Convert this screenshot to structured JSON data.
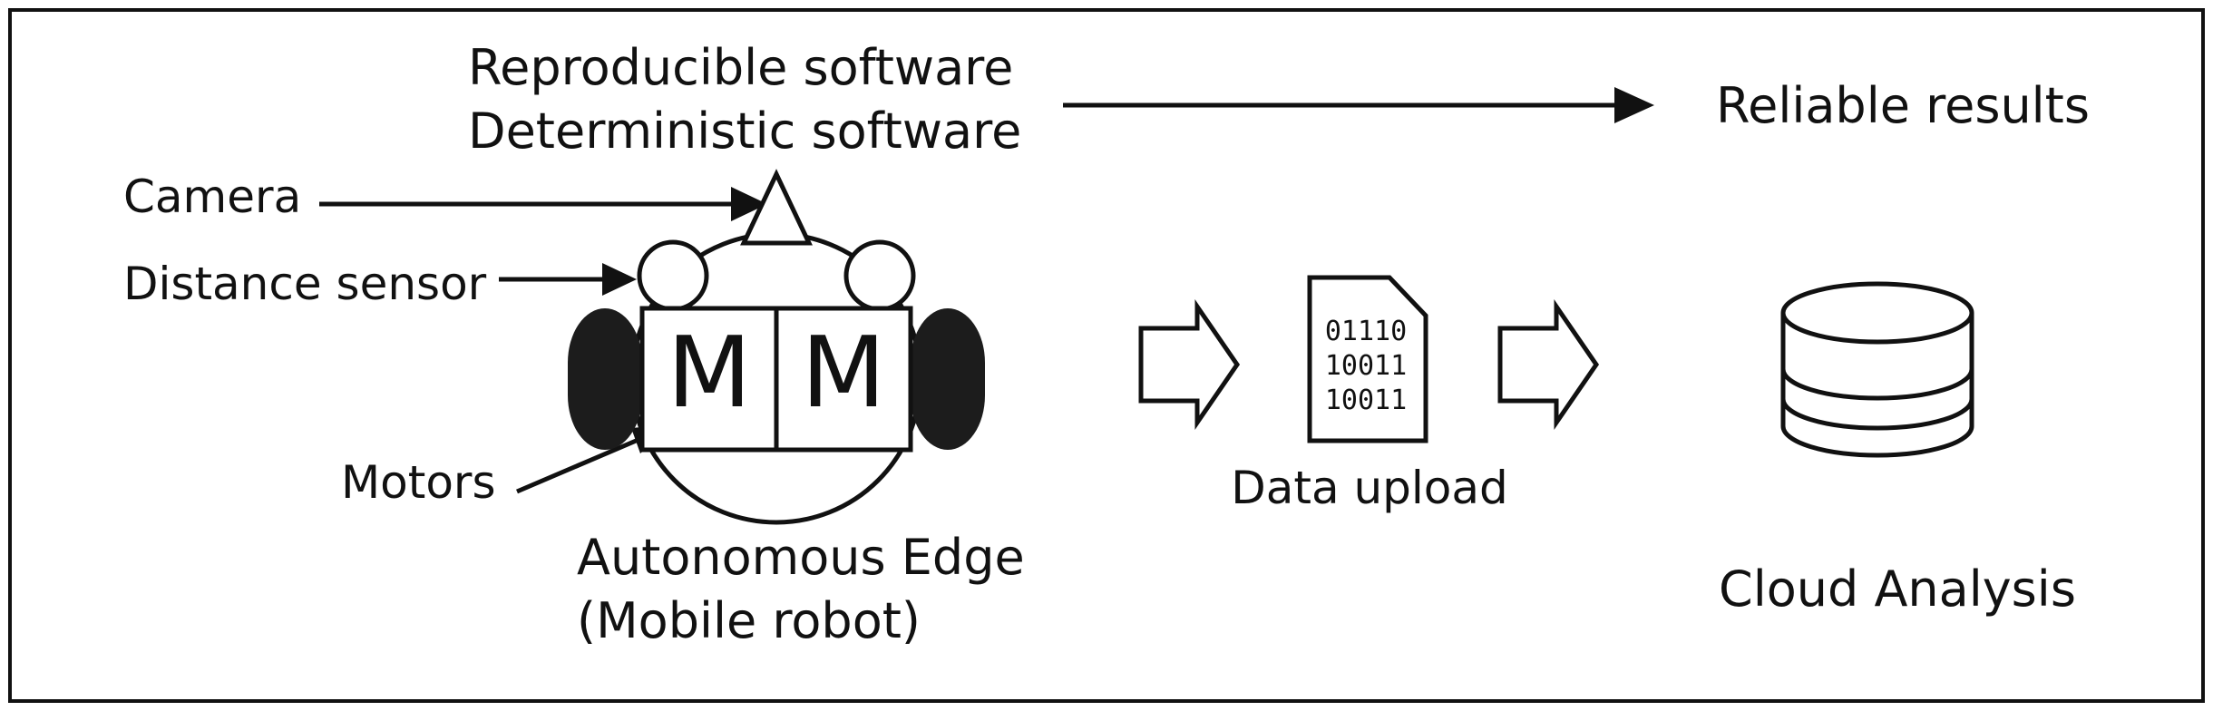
{
  "top": {
    "line1": "Reproducible software",
    "line2": "Deterministic software",
    "result": "Reliable results"
  },
  "robot": {
    "camera_label": "Camera",
    "sensor_label": "Distance sensor",
    "motors_label": "Motors",
    "motor_left": "M",
    "motor_right": "M",
    "caption_line1": "Autonomous Edge",
    "caption_line2": "(Mobile robot)"
  },
  "upload": {
    "bits": [
      "01110",
      "10011",
      "10011"
    ],
    "label": "Data upload"
  },
  "cloud": {
    "label": "Cloud Analysis"
  }
}
